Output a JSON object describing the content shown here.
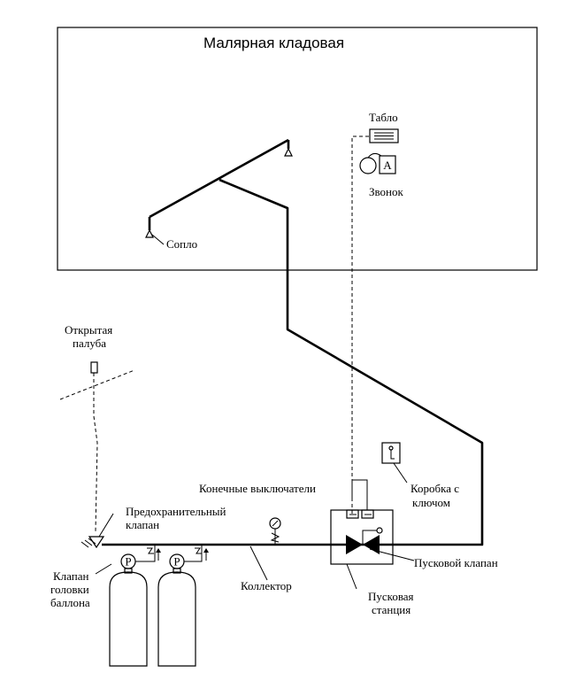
{
  "title": "Малярная кладовая",
  "labels": {
    "tablo": "Табло",
    "zvonok": "Звонок",
    "alarm_letter": "A",
    "soplo": "Сопло",
    "open_deck_1": "Открытая",
    "open_deck_2": "палуба",
    "limit_switches": "Конечные выключатели",
    "key_box_1": "Коробка с",
    "key_box_2": "ключом",
    "safety_valve_1": "Предохранительный",
    "safety_valve_2": "клапан",
    "collector": "Коллектор",
    "start_valve": "Пусковой клапан",
    "start_station_1": "Пусковая",
    "start_station_2": "станция",
    "cyl_valve_1": "Клапан",
    "cyl_valve_2": "головки",
    "cyl_valve_3": "баллона",
    "pressure_1": "P",
    "pressure_2": "P"
  }
}
